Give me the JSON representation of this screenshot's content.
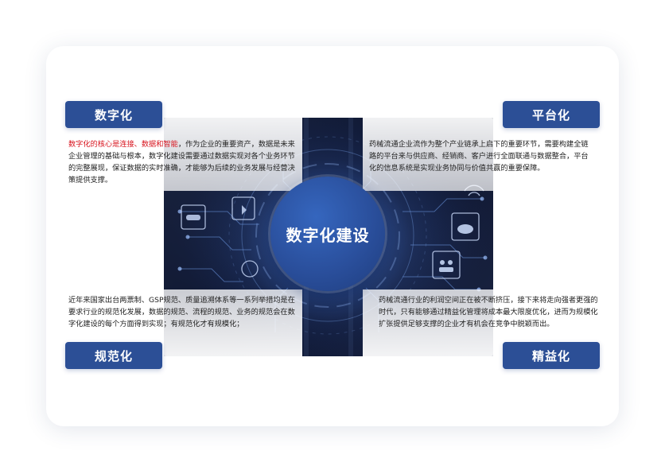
{
  "center": {
    "title": "数字化建设"
  },
  "quadrants": {
    "top_left": {
      "label": "数字化",
      "highlight": "数字化的核心是连接、数据和智能",
      "text": "，作为企业的重要资产，数据是未来企业管理的基础与根本，数字化建设需要通过数据实现对各个业务环节的完整展现，保证数据的实时准确，才能够为后续的业务发展与经营决策提供支撑。"
    },
    "top_right": {
      "label": "平台化",
      "text": "药械流通企业流作为整个产业链承上启下的重要环节，需要构建全链路的平台来与供应商、经销商、客户进行全面联通与数据整合，平台化的信息系统是实现业务协同与价值共赢的重要保障。"
    },
    "bottom_left": {
      "label": "规范化",
      "text": "近年来国家出台两票制、GSP规范、质量追溯体系等一系列举措均是在要求行业的规范化发展，数据的规范、流程的规范、业务的规范会在数字化建设的每个方面得到实现；有规范化才有规模化；"
    },
    "bottom_right": {
      "label": "精益化",
      "text": "药械流通行业的利润空间正在被不断挤压，接下来将走向强者更强的时代，只有能够通过精益化管理将成本最大限度优化，进而为规模化扩张提供足够支撑的企业才有机会在竞争中脱颖而出。"
    }
  },
  "colors": {
    "label_bg": "#2c4f96",
    "highlight": "#d8141e",
    "circle": "#2a4f9c"
  }
}
